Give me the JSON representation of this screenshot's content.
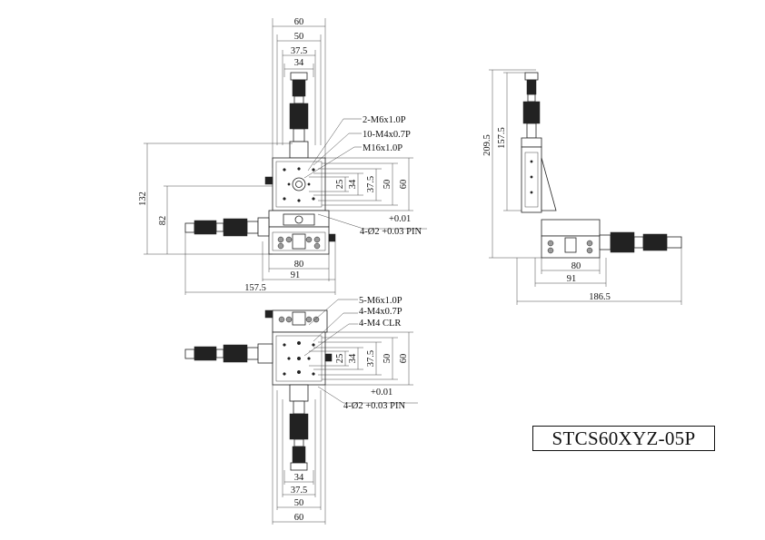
{
  "model": "STCS60XYZ-05P",
  "top_view": {
    "width_dims": [
      "60",
      "50",
      "37.5",
      "34"
    ],
    "callouts": [
      "2-M6x1.0P",
      "10-M4x0.7P",
      "M16x1.0P"
    ],
    "right_dims": [
      "25",
      "34",
      "37.5",
      "50",
      "60"
    ],
    "tolerance": "+0.01",
    "pin_note": "4-Ø2 +0.03 PIN",
    "left_dims": [
      "132",
      "82"
    ],
    "bottom_dims": [
      "80",
      "91",
      "157.5"
    ]
  },
  "side_view": {
    "height_dims": [
      "209.5",
      "157.5"
    ],
    "bottom_dims": [
      "80",
      "91",
      "186.5"
    ]
  },
  "bottom_view": {
    "callouts": [
      "5-M6x1.0P",
      "4-M4x0.7P",
      "4-M4 CLR"
    ],
    "right_dims": [
      "25",
      "34",
      "37.5",
      "50",
      "60"
    ],
    "tolerance": "+0.01",
    "pin_note": "4-Ø2 +0.03 PIN",
    "width_dims": [
      "34",
      "37.5",
      "50",
      "60"
    ]
  }
}
